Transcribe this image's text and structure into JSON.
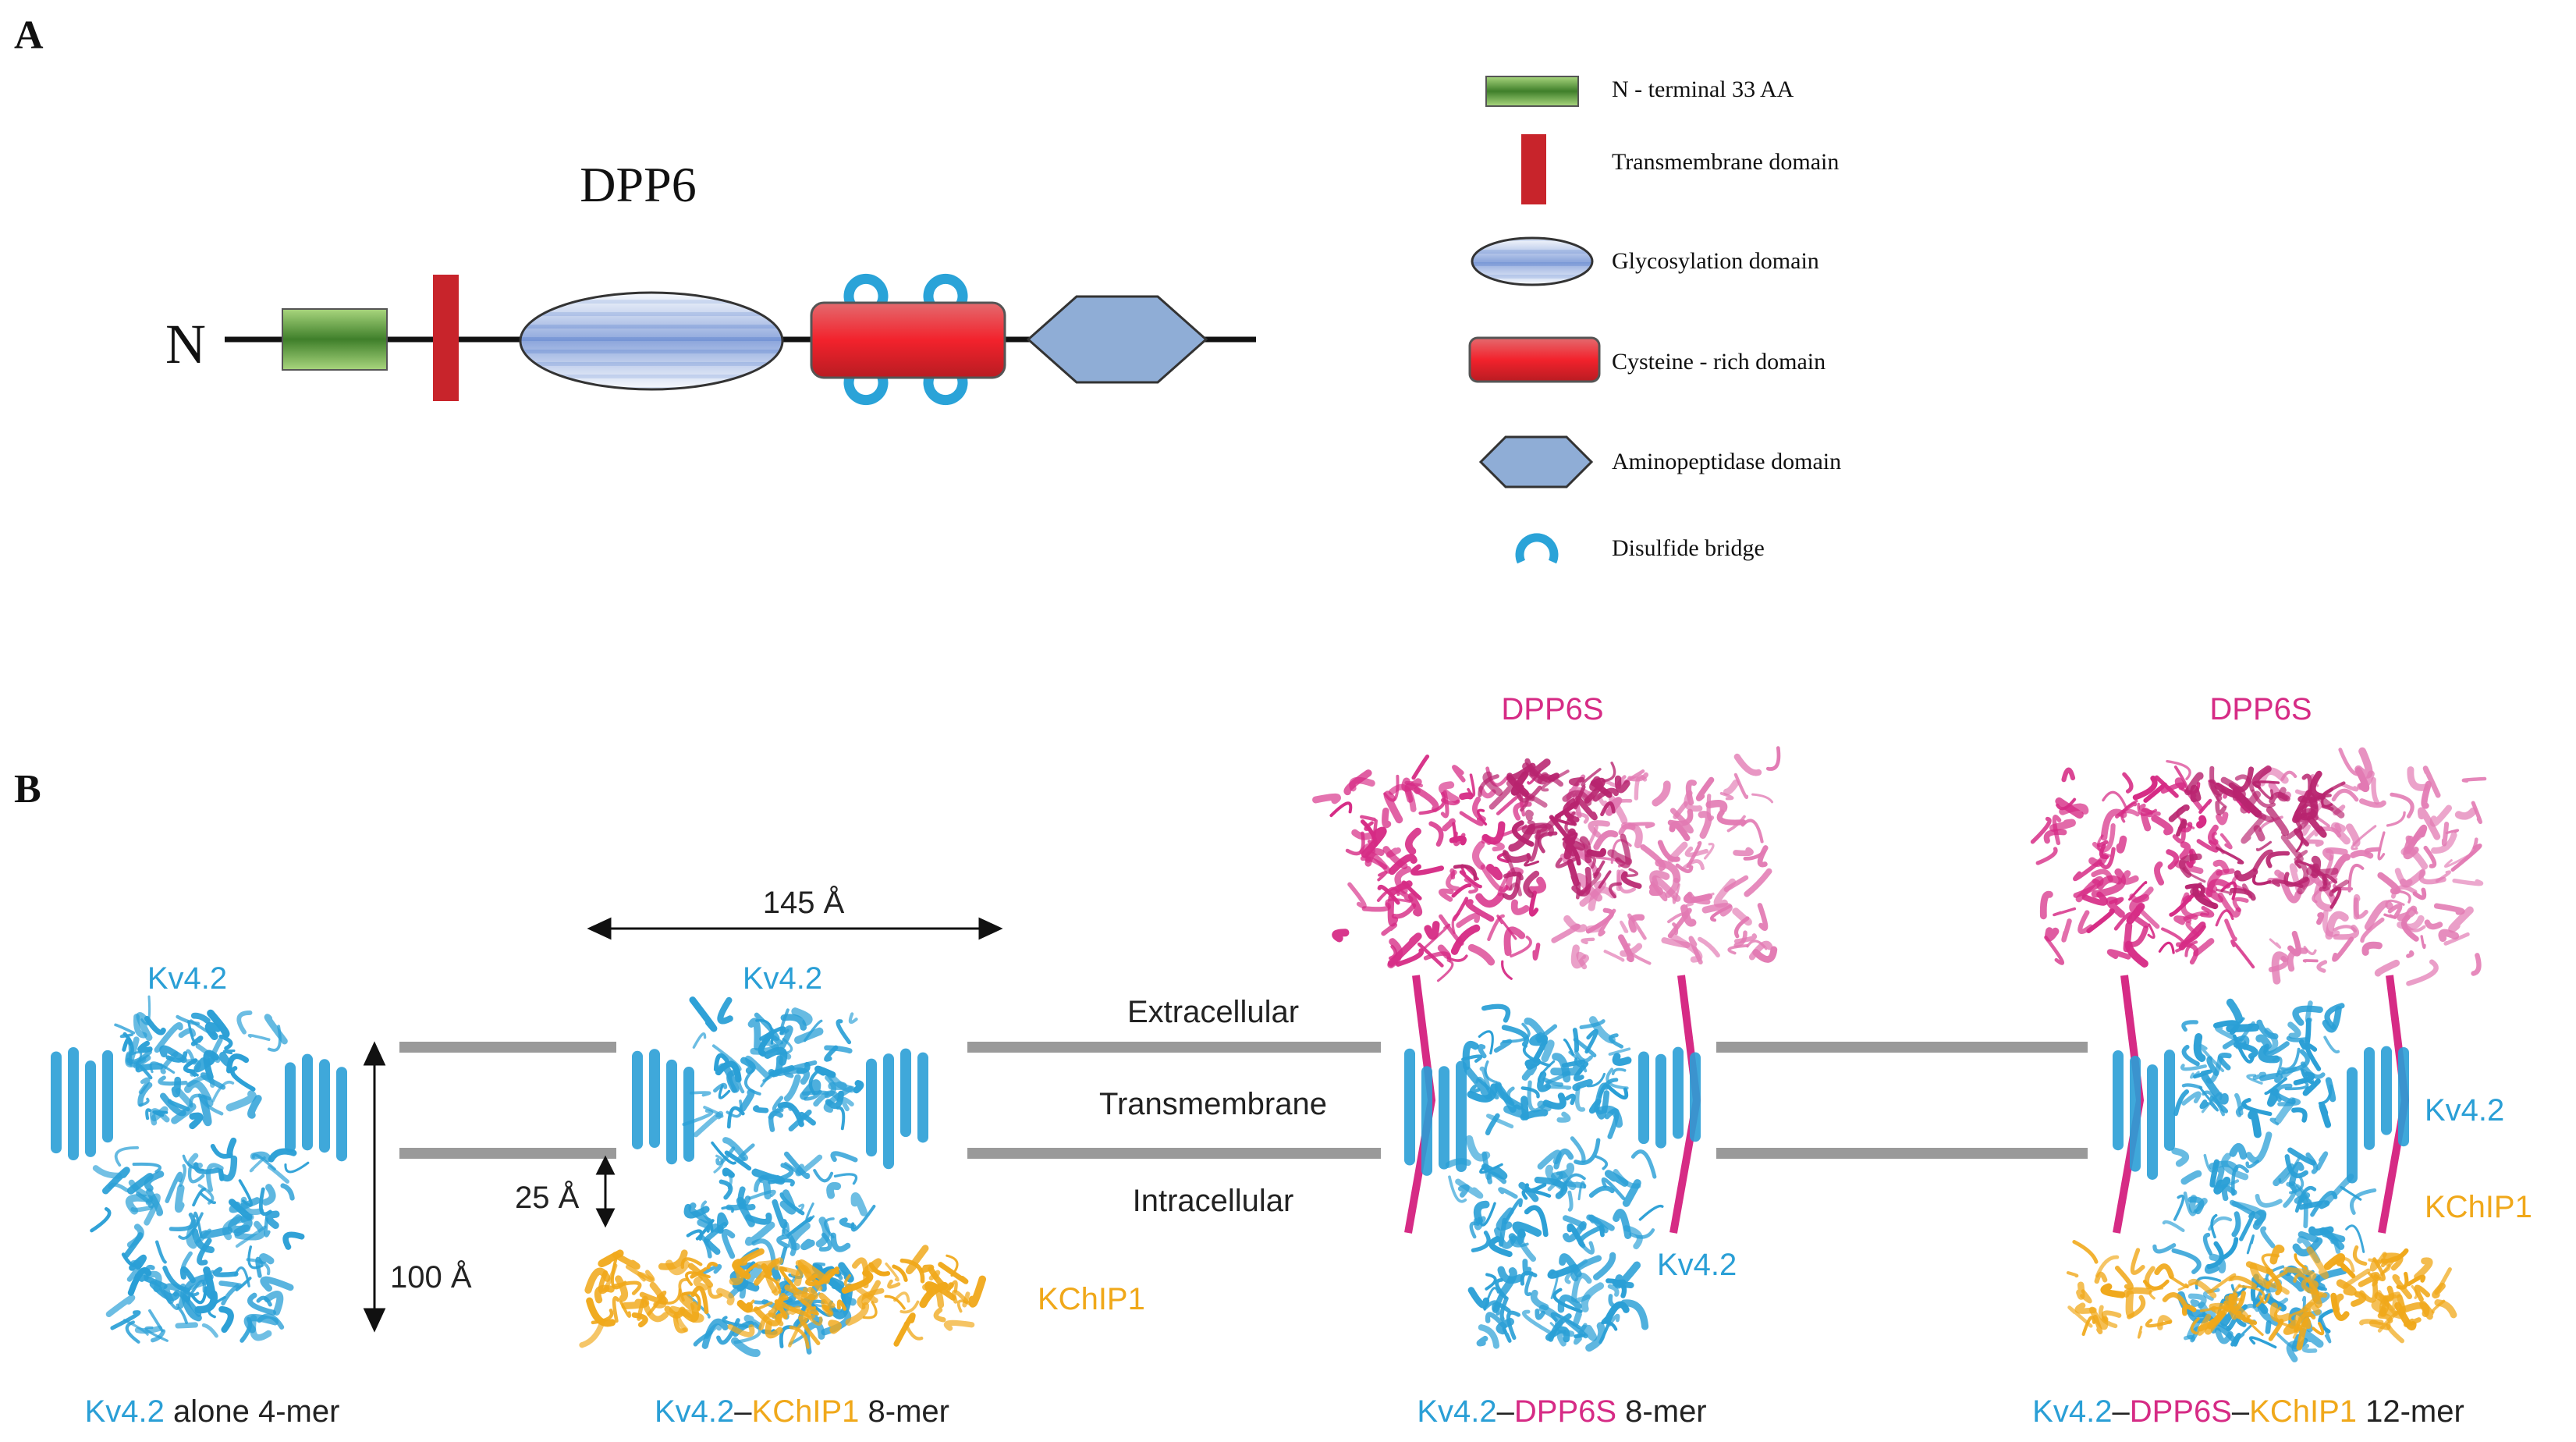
{
  "panel_a": {
    "letter": "A",
    "title": "DPP6",
    "n_terminus": "N",
    "legend": [
      {
        "label": "N - terminal 33 AA",
        "icon": "green-bar-icon"
      },
      {
        "label": "Transmembrane domain",
        "icon": "red-rectangle-icon"
      },
      {
        "label": "Glycosylation domain",
        "icon": "striped-ellipse-icon"
      },
      {
        "label": "Cysteine - rich domain",
        "icon": "red-rounded-bar-icon"
      },
      {
        "label": "Aminopeptidase domain",
        "icon": "blue-hexagon-icon"
      },
      {
        "label": "Disulfide bridge",
        "icon": "blue-loop-icon"
      }
    ]
  },
  "panel_b": {
    "letter": "B",
    "width_label": "145 Å",
    "height_label": "100 Å",
    "gap_label": "25 Å",
    "layers": {
      "extra": "Extracellular",
      "trans": "Transmembrane",
      "intra": "Intracellular"
    },
    "protein_labels": {
      "kv42": "Kv4.2",
      "kchip1": "KChIP1",
      "dpp6s": "DPP6S"
    },
    "captions": {
      "c1a": "Kv4.2",
      "c1b": " alone 4-mer",
      "c2a": "Kv4.2",
      "c2b": "–",
      "c2c": "KChIP1",
      "c2d": " 8-mer",
      "c3a": "Kv4.2",
      "c3b": "–",
      "c3c": "DPP6S",
      "c3d": " 8-mer",
      "c4a": "Kv4.2",
      "c4b": "–",
      "c4c": "DPP6S",
      "c4d": "–",
      "c4e": "KChIP1",
      "c4f": " 12-mer"
    }
  },
  "colors": {
    "kv42": "#2a9fd6",
    "kchip1": "#f0a81a",
    "dpp6s": "#d62b85",
    "membrane": "#9a9a9a",
    "tm_red": "#c8242b",
    "n_green": "#7cba4a",
    "amino_blue": "#8fadd6"
  }
}
